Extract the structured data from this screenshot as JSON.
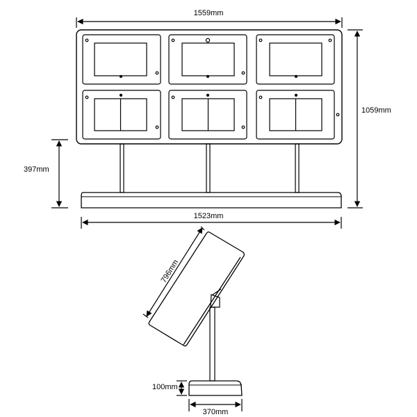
{
  "colors": {
    "line": "#000000",
    "background": "#ffffff"
  },
  "front_view": {
    "panel_count": 6,
    "rows": 2,
    "columns": 3,
    "top_row_panel": "single-screen",
    "bottom_row_panel": "dual-screen",
    "support_posts": 3,
    "dimensions": {
      "top_width": "1559mm",
      "overall_height": "1059mm",
      "base_width": "1523mm",
      "clearance_height": "397mm"
    }
  },
  "side_view": {
    "dimensions": {
      "panel_length": "796mm",
      "base_height": "100mm",
      "base_depth": "370mm"
    }
  }
}
